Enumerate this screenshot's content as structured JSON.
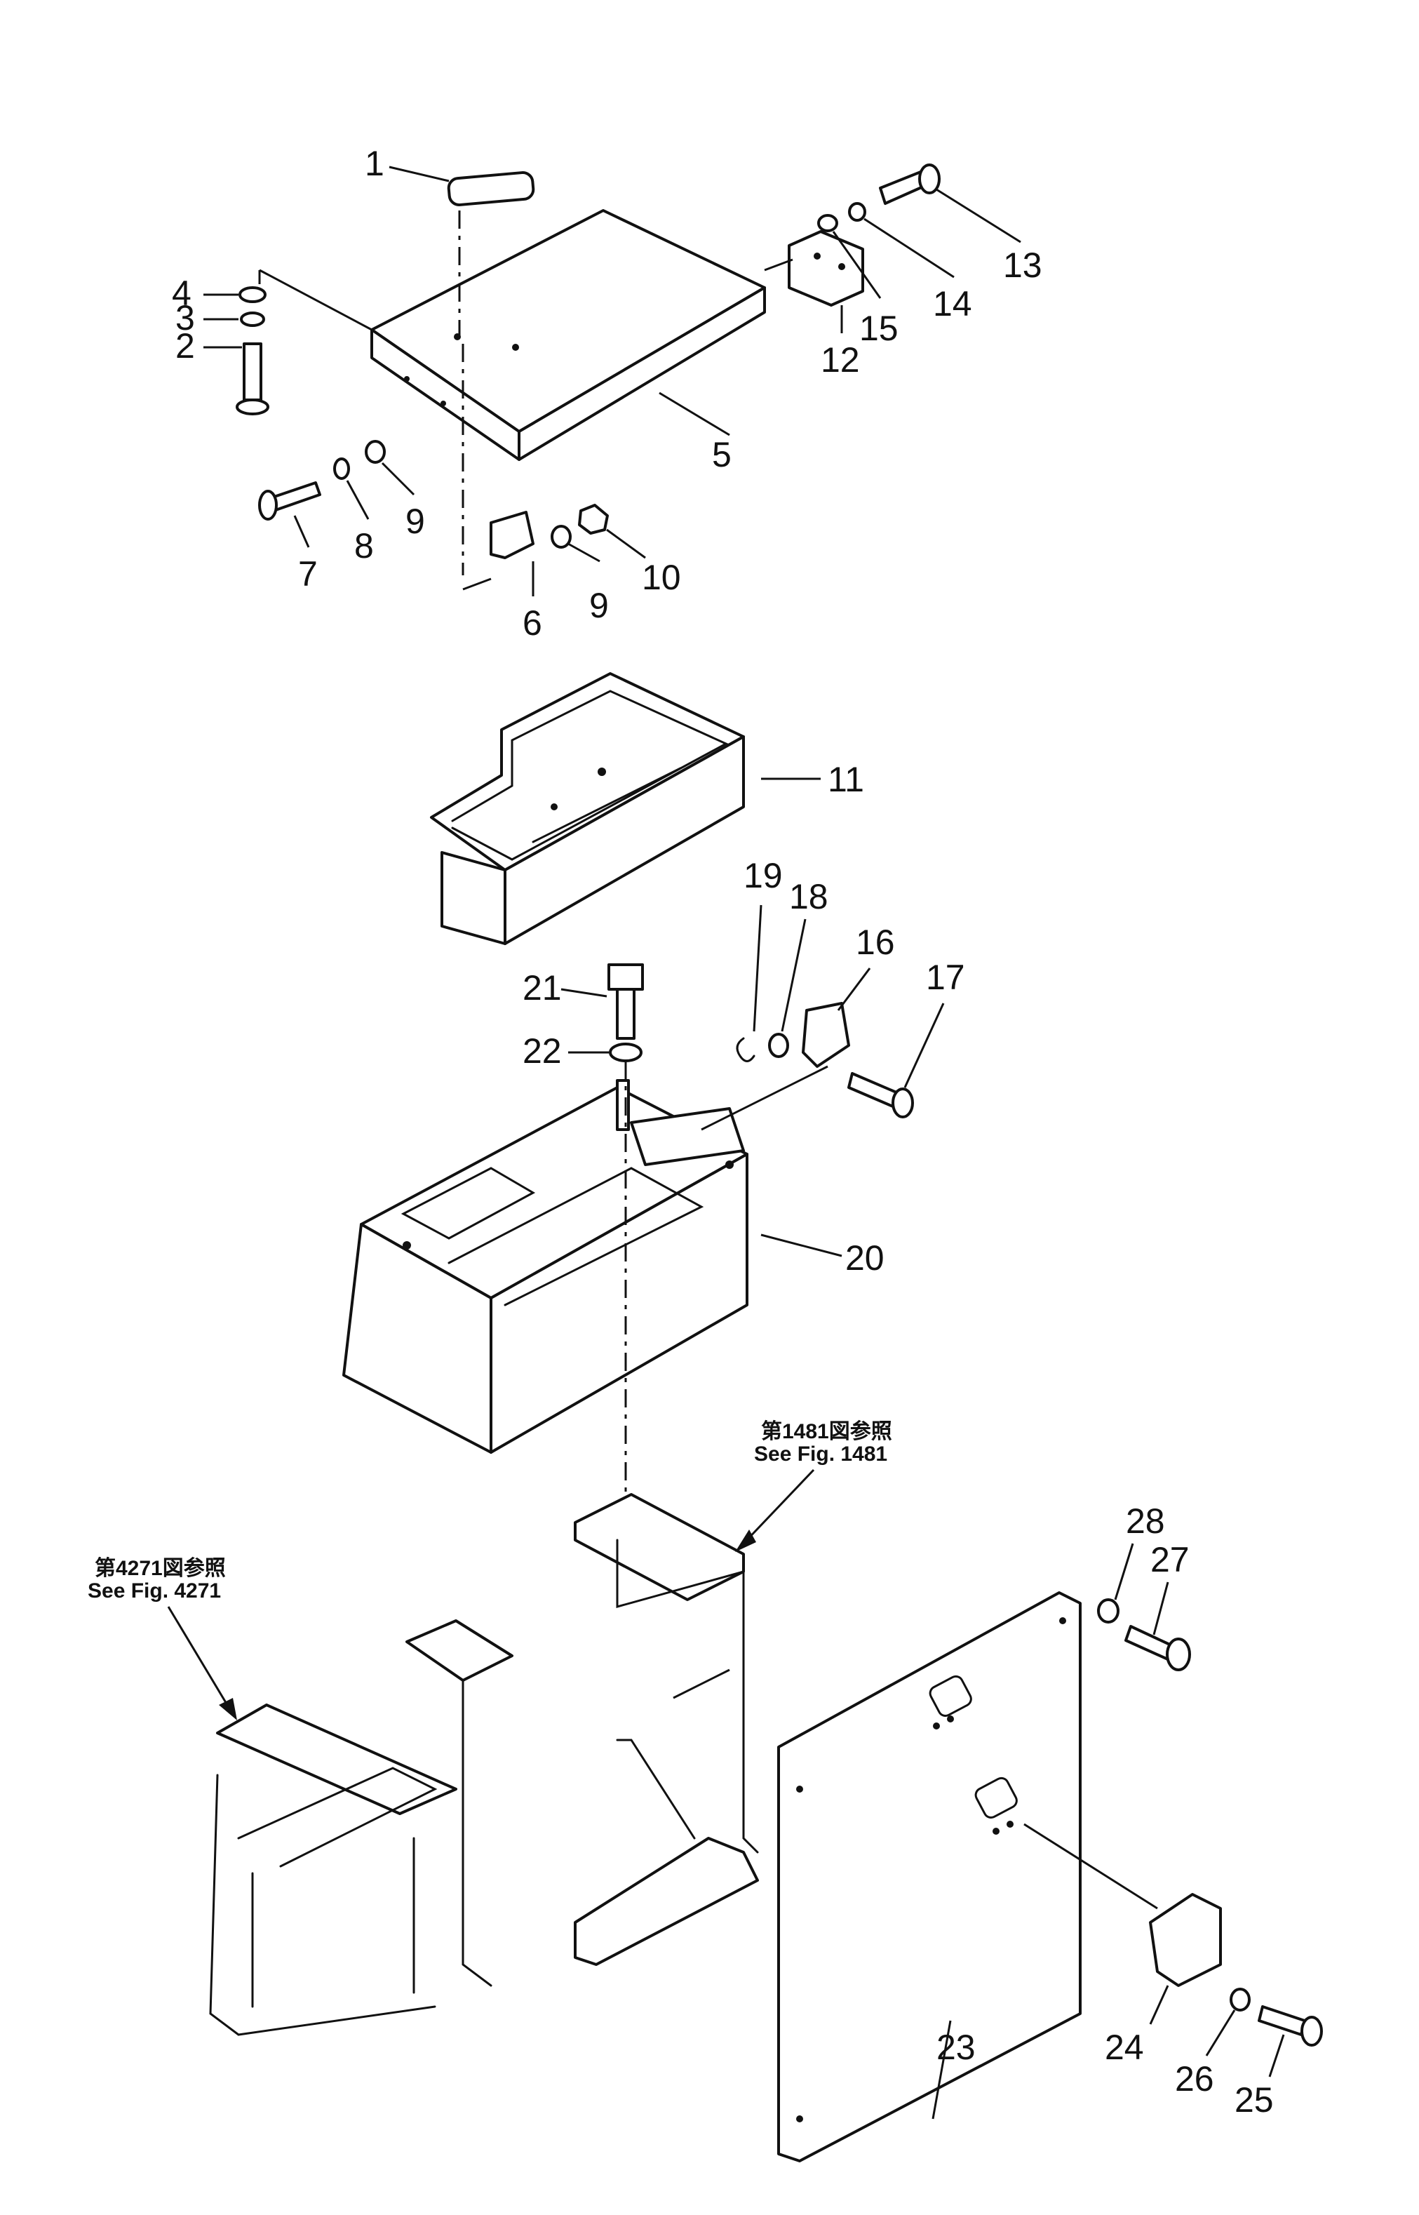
{
  "callouts": [
    {
      "label": "1"
    },
    {
      "label": "2"
    },
    {
      "label": "3"
    },
    {
      "label": "4"
    },
    {
      "label": "5"
    },
    {
      "label": "6"
    },
    {
      "label": "7"
    },
    {
      "label": "8"
    },
    {
      "label": "9"
    },
    {
      "label": "9"
    },
    {
      "label": "10"
    },
    {
      "label": "11"
    },
    {
      "label": "12"
    },
    {
      "label": "13"
    },
    {
      "label": "14"
    },
    {
      "label": "15"
    },
    {
      "label": "16"
    },
    {
      "label": "17"
    },
    {
      "label": "18"
    },
    {
      "label": "19"
    },
    {
      "label": "20"
    },
    {
      "label": "21"
    },
    {
      "label": "22"
    },
    {
      "label": "23"
    },
    {
      "label": "24"
    },
    {
      "label": "25"
    },
    {
      "label": "26"
    },
    {
      "label": "27"
    },
    {
      "label": "28"
    }
  ],
  "references": {
    "fig1481_jp": "第1481図参照",
    "fig1481_en": "See  Fig.  1481",
    "fig4271_jp": "第4271図参照",
    "fig4271_en": "See  Fig.  4271"
  }
}
